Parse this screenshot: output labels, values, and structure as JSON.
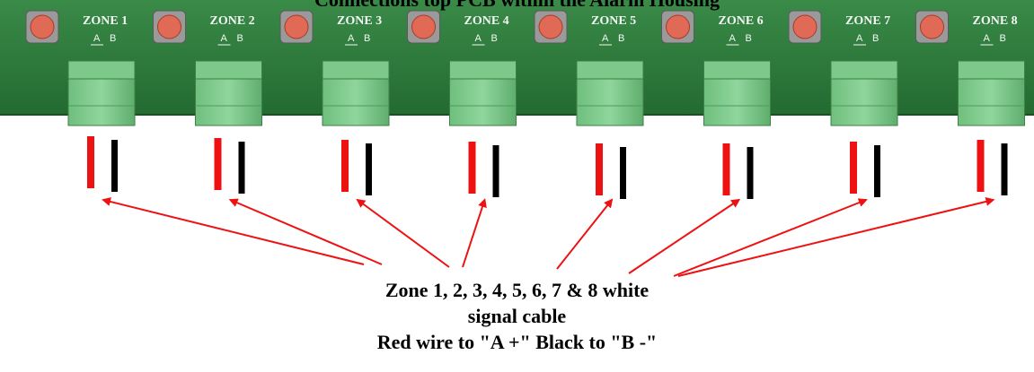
{
  "title": "Connections top PCB within the Alarm Housing",
  "zones": [
    {
      "label": "ZONE 1",
      "terminal_a": "A",
      "terminal_b": "B"
    },
    {
      "label": "ZONE 2",
      "terminal_a": "A",
      "terminal_b": "B"
    },
    {
      "label": "ZONE 3",
      "terminal_a": "A",
      "terminal_b": "B"
    },
    {
      "label": "ZONE 4",
      "terminal_a": "A",
      "terminal_b": "B"
    },
    {
      "label": "ZONE 5",
      "terminal_a": "A",
      "terminal_b": "B"
    },
    {
      "label": "ZONE 6",
      "terminal_a": "A",
      "terminal_b": "B"
    },
    {
      "label": "ZONE 7",
      "terminal_a": "A",
      "terminal_b": "B"
    },
    {
      "label": "ZONE 8",
      "terminal_a": "A",
      "terminal_b": "B"
    }
  ],
  "caption": {
    "line1": "Zone 1, 2, 3, 4, 5, 6, 7 & 8 white",
    "line2": "signal cable",
    "line3": "Red wire  to \"A +\" Black to \"B -\""
  },
  "colors": {
    "pcb": "#2e7d3b",
    "terminal": "#7cc98a",
    "button": "#e06a55",
    "red_wire": "#ee1111",
    "black_wire": "#000000",
    "arrow": "#ee1111"
  }
}
